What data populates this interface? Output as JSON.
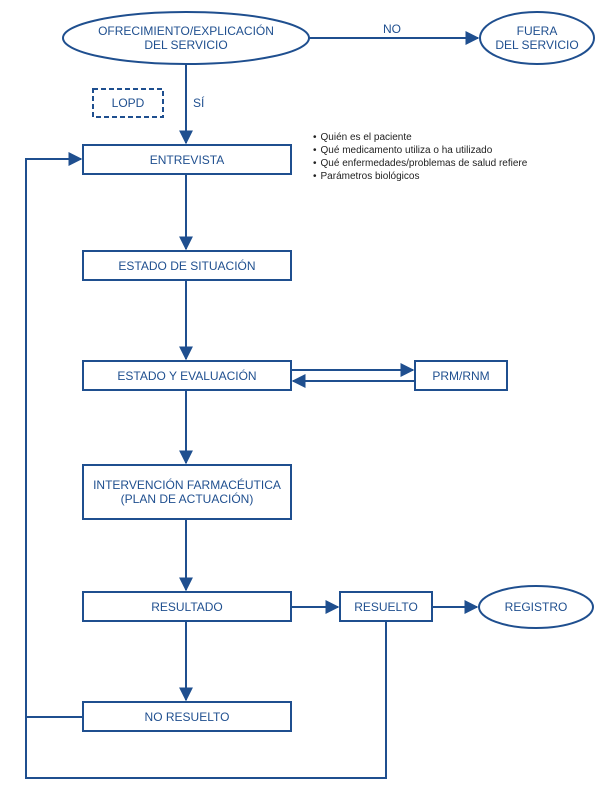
{
  "nodes": {
    "ofrecimiento": [
      "OFRECIMIENTO/EXPLICACIÓN",
      "DEL SERVICIO"
    ],
    "fuera": [
      "FUERA",
      "DEL SERVICIO"
    ],
    "lopd": "LOPD",
    "entrevista": "ENTREVISTA",
    "estado_situacion": "ESTADO DE SITUACIÓN",
    "estado_evaluacion": "ESTADO Y EVALUACIÓN",
    "prm": "PRM/RNM",
    "intervencion": [
      "INTERVENCIÓN FARMACÉUTICA",
      "(PLAN DE ACTUACIÓN)"
    ],
    "resultado": "RESULTADO",
    "resuelto": "RESUELTO",
    "registro": "REGISTRO",
    "no_resuelto": "NO RESUELTO"
  },
  "edge_labels": {
    "no": "NO",
    "si": "SÍ"
  },
  "entrevista_notes": [
    "Quién es el paciente",
    "Qué medicamento utiliza o ha utilizado",
    "Qué enfermedades/problemas de salud refiere",
    "Parámetros biológicos"
  ],
  "colors": {
    "line": "#1f4f8f",
    "text": "#1f4f8f"
  }
}
